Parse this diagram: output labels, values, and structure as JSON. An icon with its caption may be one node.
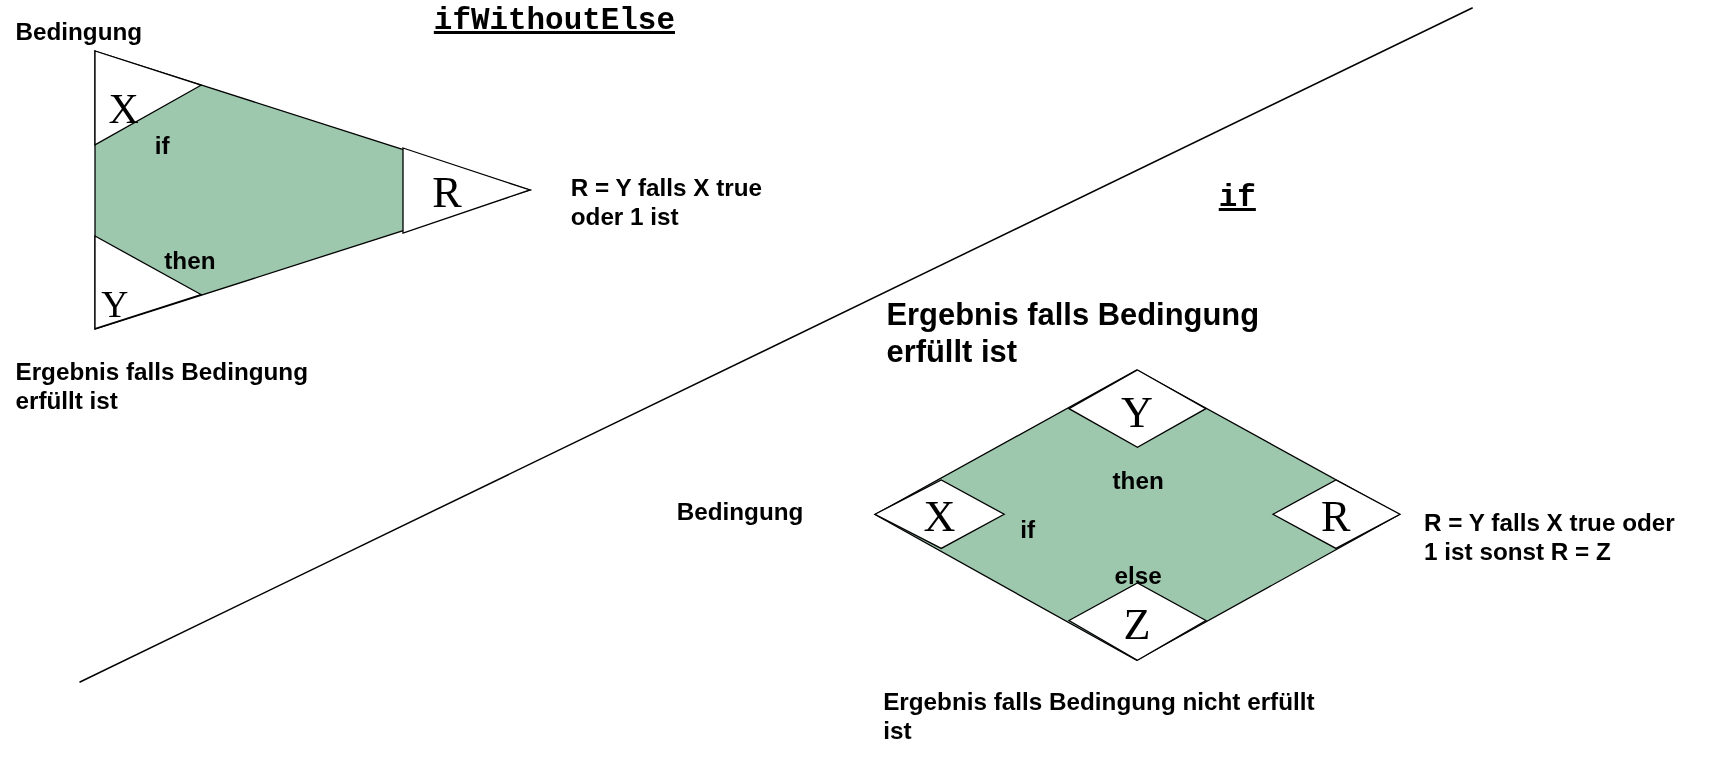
{
  "diagram": {
    "nodes": [
      {
        "text": [
          "if",
          "then"
        ]
      },
      {
        "text": [
          "X"
        ],
        "in": 0,
        "beside": [
          "Bedingung"
        ]
      },
      {
        "text": [
          "R"
        ],
        "in": 0,
        "beside": [
          "R = Y falls X true oder 1 ist"
        ]
      },
      {
        "text": [
          "Y"
        ],
        "in": 0,
        "beside": [
          "Ergebnis falls Bedingung erfüllt ist"
        ]
      },
      {
        "text": [
          "then",
          "if",
          "else"
        ]
      },
      {
        "text": [
          "Y"
        ],
        "in": 4,
        "beside": [
          "Ergebnis falls Bedingung erfüllt ist"
        ]
      },
      {
        "text": [
          "X"
        ],
        "in": 4,
        "beside": [
          "Bedingung"
        ]
      },
      {
        "text": [
          "R"
        ],
        "in": 4,
        "beside": [
          "R = Y falls X true oder 1 ist sonst R = Z"
        ]
      },
      {
        "text": [
          "Z"
        ],
        "in": 4,
        "beside": [
          "Ergebnis falls Bedingung nicht erfüllt ist"
        ]
      }
    ],
    "edges": [],
    "labels": [
      "ifWithoutElse",
      "if"
    ]
  }
}
